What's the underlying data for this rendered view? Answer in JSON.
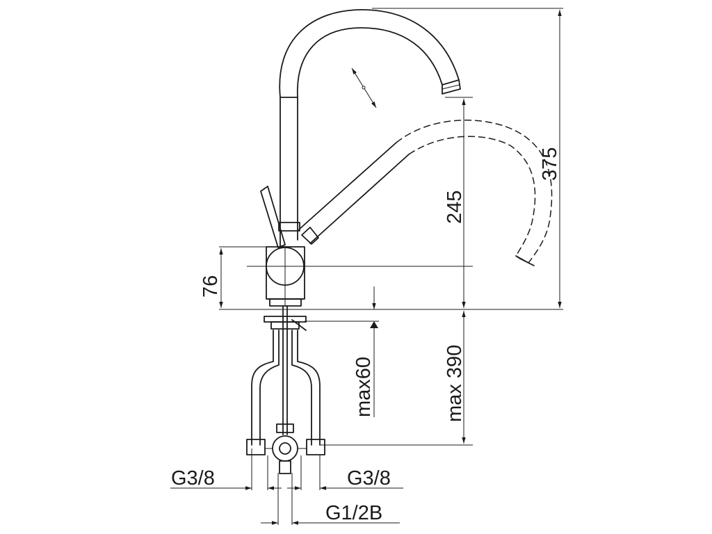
{
  "dimensions": {
    "overall_height": "375",
    "spout_height": "245",
    "base_height": "76",
    "max_counter_thickness": "max60",
    "max_hose_length": "max 390"
  },
  "connections": {
    "left_inlet": "G3/8",
    "right_inlet": "G3/8",
    "outlet": "G1/2B"
  }
}
